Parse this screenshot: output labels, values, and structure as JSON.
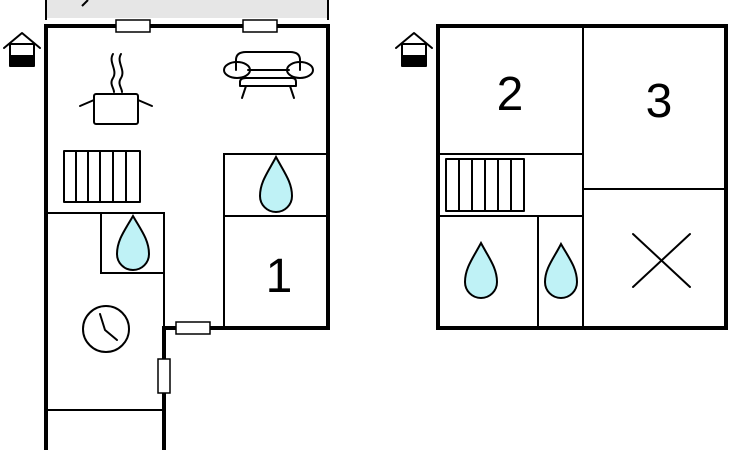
{
  "rooms": {
    "bedroom_1": "1",
    "bedroom_2": "2",
    "bedroom_3": "3"
  },
  "icons": {
    "kitchen": "kitchen-pot-icon",
    "living": "sofa-icon",
    "stairs": "stairs-icon",
    "bathroom": "water-drop-icon",
    "sauna": "clock-icon",
    "storage": "cross-icon",
    "entrance": "house-entrance-icon"
  },
  "colors": {
    "wall": "#000000",
    "water": "#bff2f6",
    "terrace": "#e6e6e6"
  }
}
